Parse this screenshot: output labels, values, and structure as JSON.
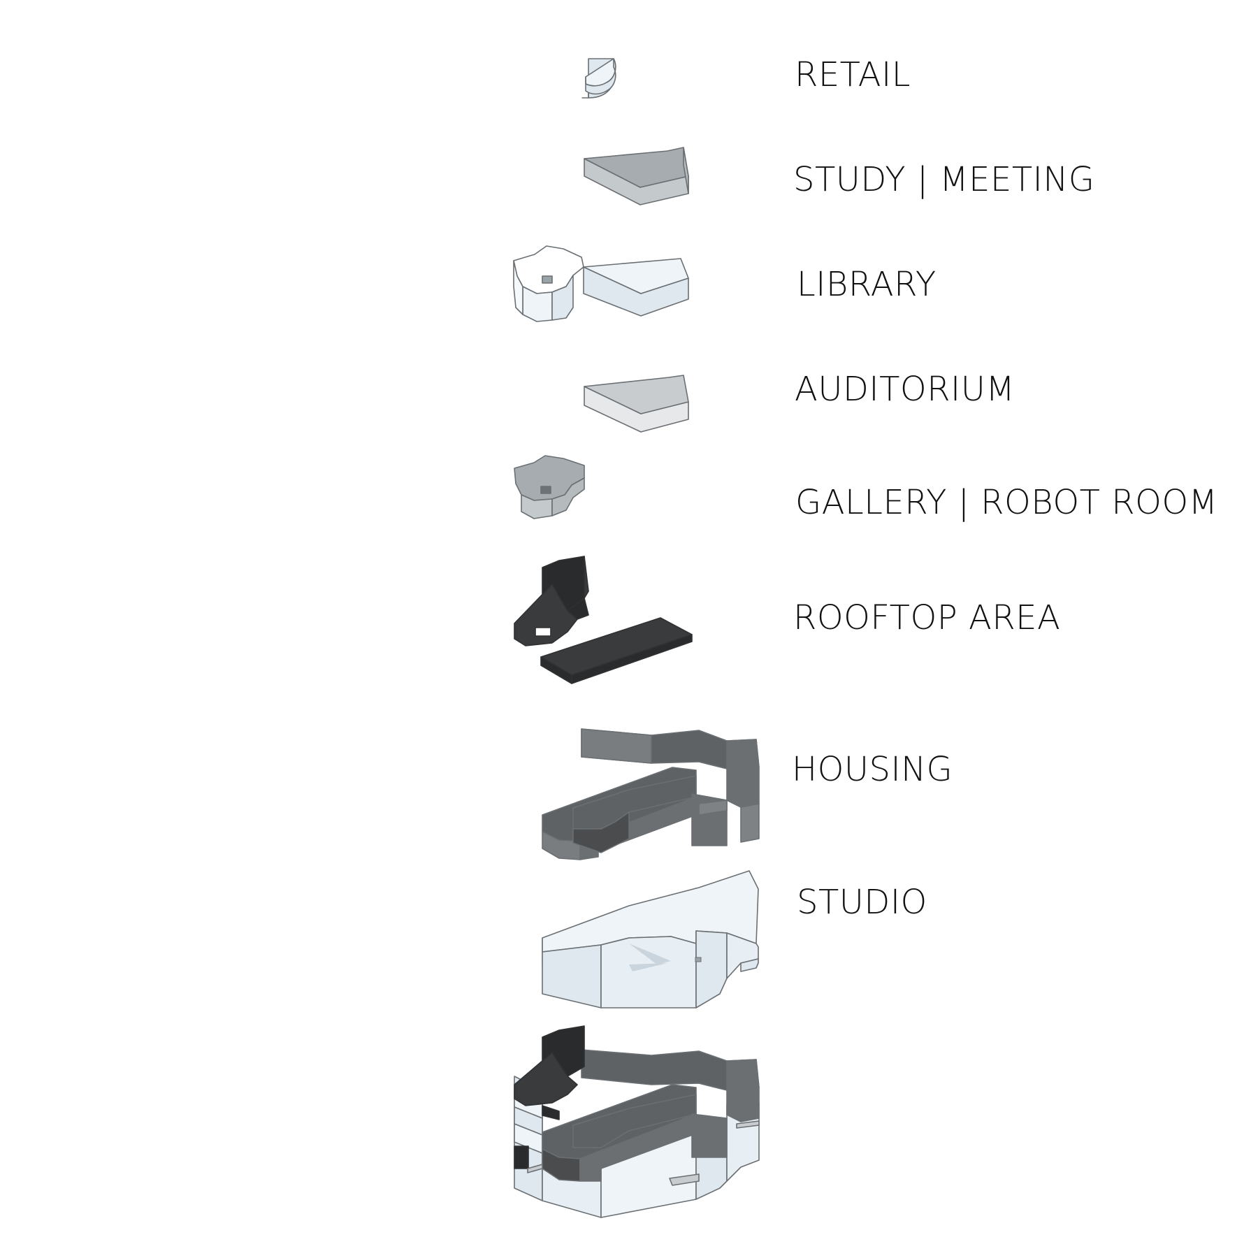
{
  "layers": [
    {
      "id": "retail",
      "label": "RETAIL",
      "shade": "pale-blue"
    },
    {
      "id": "study-meeting",
      "label": "STUDY | MEETING",
      "shade": "mid-grey"
    },
    {
      "id": "library",
      "label": "LIBRARY",
      "shade": "pale-blue"
    },
    {
      "id": "auditorium",
      "label": "AUDITORIUM",
      "shade": "light-grey"
    },
    {
      "id": "gallery-robot-room",
      "label": "GALLERY | ROBOT ROOM",
      "shade": "mid-grey"
    },
    {
      "id": "rooftop-area",
      "label": "ROOFTOP AREA",
      "shade": "charcoal"
    },
    {
      "id": "housing",
      "label": "HOUSING",
      "shade": "dark-grey"
    },
    {
      "id": "studio",
      "label": "STUDIO",
      "shade": "pale-blue"
    },
    {
      "id": "assembled",
      "label": "",
      "shade": "composite"
    }
  ],
  "colors": {
    "pale_blue_top": "#eef4f8",
    "pale_blue_side": "#dfe8ee",
    "light_grey_top": "#c9cccf",
    "light_grey_side": "#e6e8ea",
    "mid_grey_top": "#a6acb0",
    "mid_grey_side": "#c4c9cc",
    "dark_grey_top": "#5f6264",
    "dark_grey_side": "#7a7d80",
    "charcoal_top": "#3a3b3d",
    "charcoal_side": "#2a2b2c",
    "text": "#111111"
  }
}
